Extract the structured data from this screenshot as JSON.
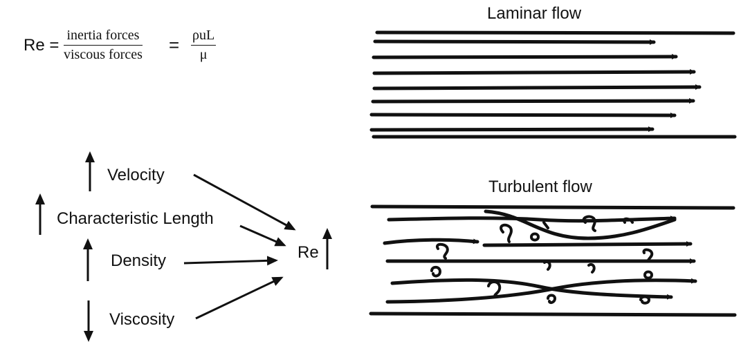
{
  "formula": {
    "lhs": "Re =",
    "frac1": {
      "numerator": "inertia forces",
      "denominator": "viscous forces"
    },
    "equals": "=",
    "frac2": {
      "numerator": "ρuL",
      "denominator": "μ"
    }
  },
  "factors": {
    "velocity": {
      "label": "Velocity",
      "direction": "up"
    },
    "length": {
      "label": "Characteristic Length",
      "direction": "up"
    },
    "density": {
      "label": "Density",
      "direction": "up"
    },
    "viscosity": {
      "label": "Viscosity",
      "direction": "down"
    }
  },
  "result": {
    "label": "Re",
    "direction": "up"
  },
  "panels": {
    "laminar": {
      "title": "Laminar flow"
    },
    "turbulent": {
      "title": "Turbulent flow"
    }
  },
  "colors": {
    "ink": "#111111",
    "background": "#ffffff"
  }
}
